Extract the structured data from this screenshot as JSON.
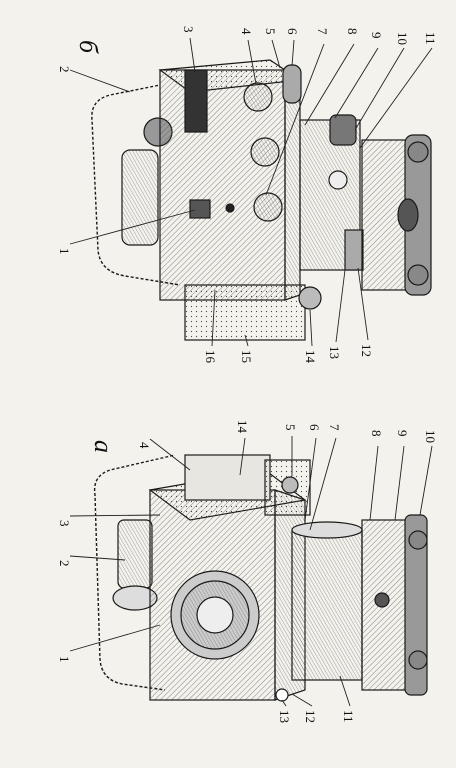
{
  "panels": {
    "left": {
      "letter": "a"
    },
    "right": {
      "letter": "б"
    }
  },
  "left_callouts": [
    "1",
    "2",
    "3",
    "4",
    "14",
    "5",
    "6",
    "7",
    "8",
    "9",
    "10",
    "11",
    "12",
    "13"
  ],
  "right_callouts": [
    "2",
    "3",
    "4",
    "5",
    "6",
    "7",
    "8",
    "9",
    "10",
    "11",
    "1",
    "16",
    "15",
    "14",
    "13",
    "12"
  ]
}
